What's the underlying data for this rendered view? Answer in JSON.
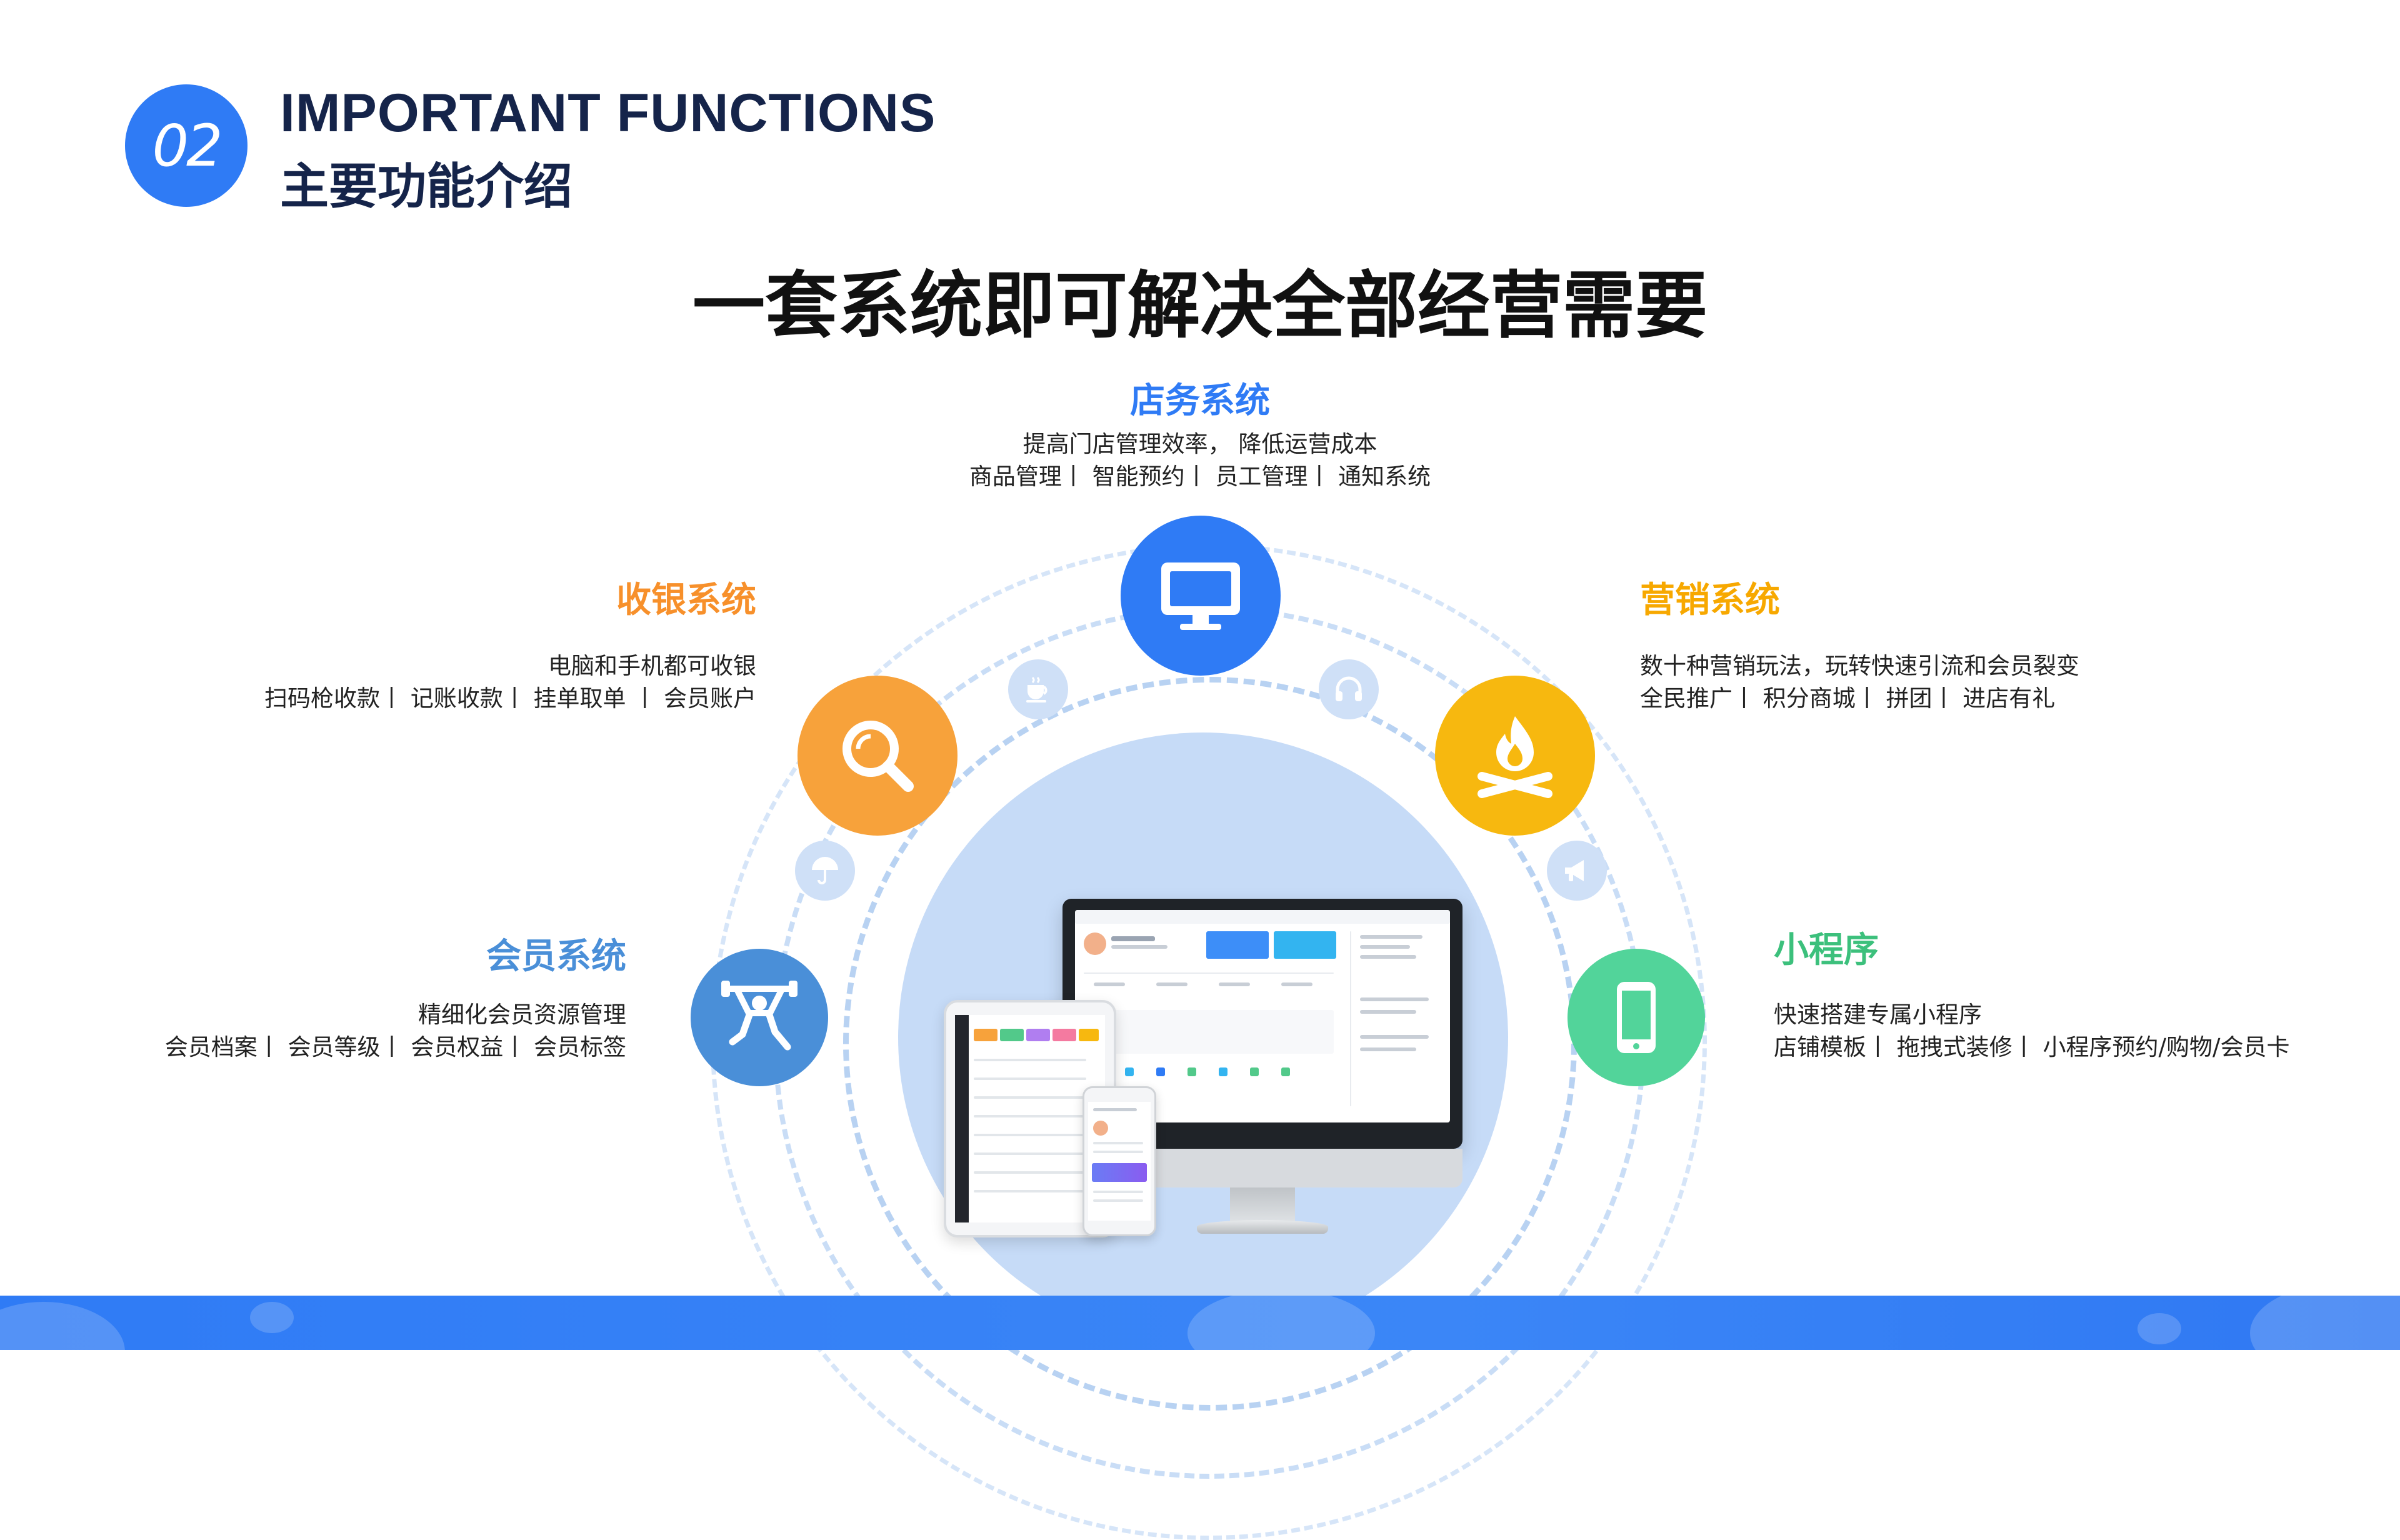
{
  "header": {
    "badge_number": "02",
    "title_en": "IMPORTANT FUNCTIONS",
    "title_zh": "主要功能介绍"
  },
  "main_title": "一套系统即可解决全部经营需要",
  "features": {
    "store": {
      "title": "店务系统",
      "line1": "提高门店管理效率， 降低运营成本",
      "line2": "商品管理丨 智能预约丨 员工管理丨 通知系统",
      "color": "#2f7bf5",
      "icon": "monitor-icon"
    },
    "cashier": {
      "title": "收银系统",
      "line1": "电脑和手机都可收银",
      "line2": "扫码枪收款丨 记账收款丨 挂单取单 丨 会员账户",
      "color": "#f7a23b",
      "icon": "search-icon"
    },
    "marketing": {
      "title": "营销系统",
      "line1": "数十种营销玩法，玩转快速引流和会员裂变",
      "line2": "全民推广丨 积分商城丨 拼团丨 进店有礼",
      "color": "#f7b80f",
      "icon": "campfire-icon"
    },
    "member": {
      "title": "会员系统",
      "line1": "精细化会员资源管理",
      "line2": "会员档案丨 会员等级丨 会员权益丨 会员标签",
      "color": "#4a8fd8",
      "icon": "weightlifter-icon"
    },
    "miniprogram": {
      "title": "小程序",
      "line1": "快速搭建专属小程序",
      "line2": "店铺模板丨 拖拽式装修丨 小程序预约/购物/会员卡",
      "color": "#52c98a",
      "icon": "smartphone-icon"
    }
  },
  "decor_icons": [
    "coffee-cup-icon",
    "headphones-icon",
    "umbrella-icon",
    "megaphone-icon"
  ],
  "colors": {
    "brand_blue": "#2f7bf5",
    "circle_bg": "#c6dbf7",
    "small_circle_bg": "#cfe0f7",
    "title_dark": "#15244a"
  }
}
